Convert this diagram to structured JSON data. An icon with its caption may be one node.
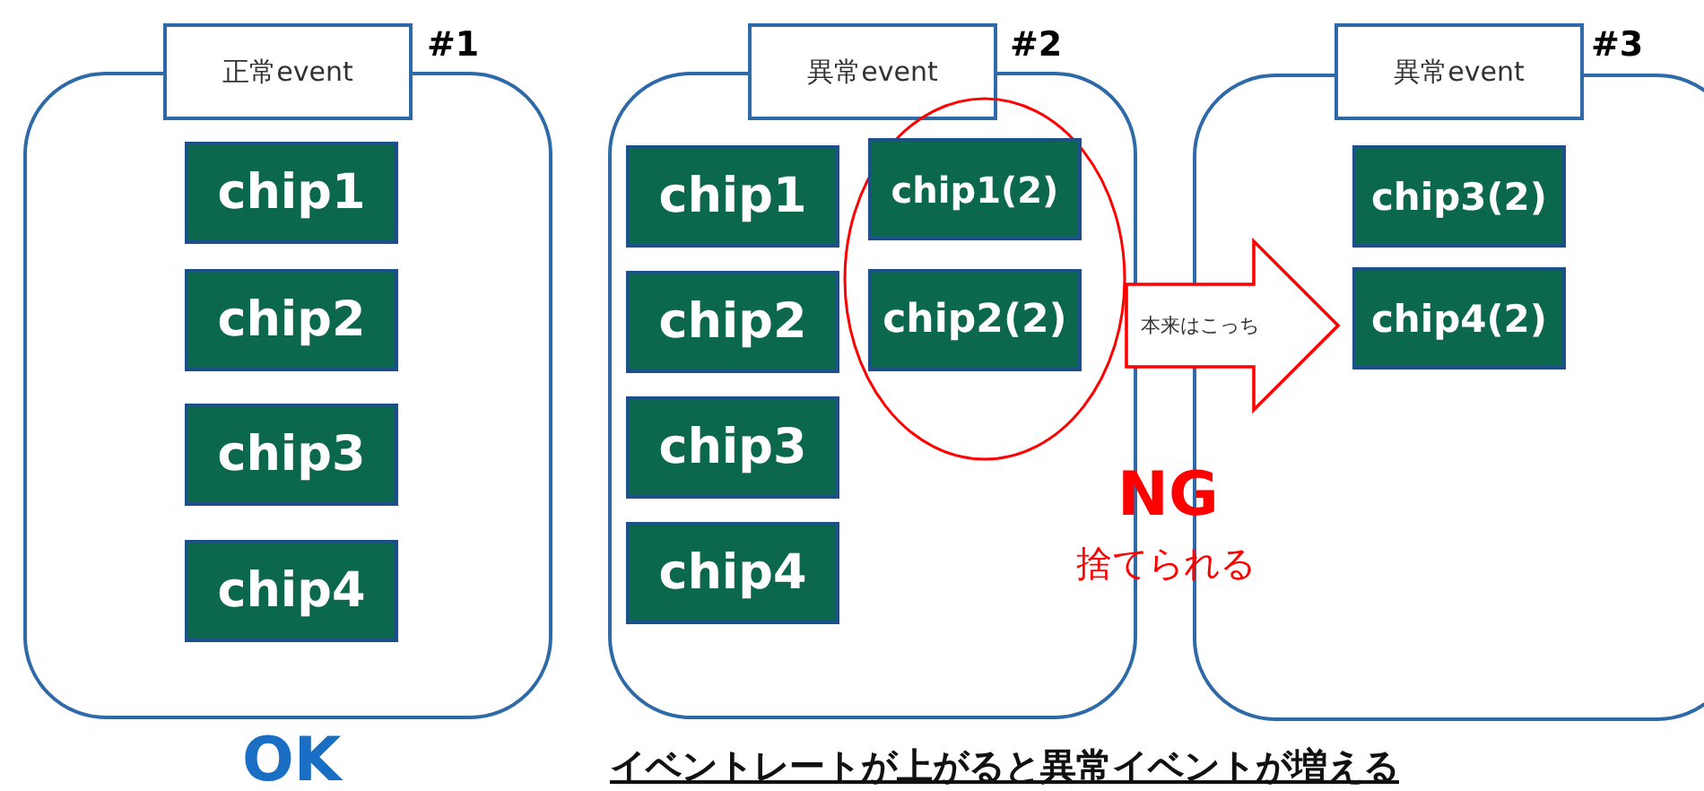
{
  "diagram": {
    "nodes": [
      {
        "text": [
          "正常event"
        ],
        "beside": [
          "#1"
        ]
      },
      {
        "text": [
          "chip1"
        ],
        "in": 0
      },
      {
        "text": [
          "chip2"
        ],
        "in": 0
      },
      {
        "text": [
          "chip3"
        ],
        "in": 0
      },
      {
        "text": [
          "chip4"
        ],
        "in": 0
      },
      {
        "text": [
          "異常event"
        ],
        "beside": [
          "#2"
        ]
      },
      {
        "text": [
          "chip1"
        ],
        "in": 5
      },
      {
        "text": [
          "chip2"
        ],
        "in": 5
      },
      {
        "text": [
          "chip3"
        ],
        "in": 5
      },
      {
        "text": [
          "chip4"
        ],
        "in": 5
      },
      {
        "text": [],
        "shape": "circle",
        "in": 5
      },
      {
        "text": [
          "chip1(2)"
        ],
        "in": 10
      },
      {
        "text": [
          "chip2(2)"
        ],
        "in": 10
      },
      {
        "text": [
          "異常event"
        ],
        "beside": [
          "#3"
        ]
      },
      {
        "text": [
          "chip3(2)"
        ],
        "in": 13
      },
      {
        "text": [
          "chip4(2)"
        ],
        "in": 13
      }
    ],
    "edges": [
      {
        "from": 10,
        "to": 13,
        "arrow": "to",
        "label": "本来はこっち",
        "style": "thick",
        "color": "#ff0000"
      }
    ],
    "labels": [
      "NG",
      "捨てられる",
      "OK",
      "イベントレートが上がると異常イベントが増える"
    ]
  }
}
